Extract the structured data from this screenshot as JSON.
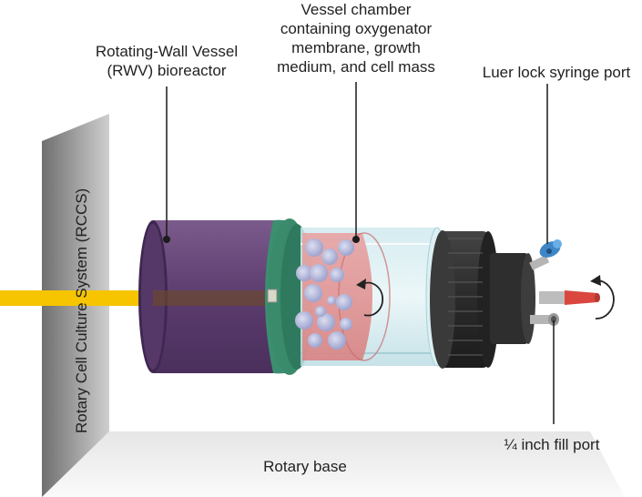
{
  "labels": {
    "rwv_line1": "Rotating-Wall Vessel",
    "rwv_line2": "(RWV) bioreactor",
    "chamber_line1": "Vessel chamber",
    "chamber_line2": "containing oxygenator",
    "chamber_line3": "membrane, growth",
    "chamber_line4": "medium, and cell mass",
    "luer": "Luer lock syringe port",
    "fill": "¼ inch fill port",
    "base": "Rotary base",
    "rccs": "Rotary Cell Culture System (RCCS)"
  },
  "colors": {
    "rod": "#f6c500",
    "outer_vessel": "#5c3c6e",
    "collar": "#3b8f70",
    "chamber_medium": "#e89a9a",
    "cap": "#2b2b2b",
    "luer_port": "#3f86c7",
    "fill_tip": "#d9473f"
  },
  "icons": [
    "rotation-arrow-icon",
    "rotation-arrow-icon"
  ]
}
